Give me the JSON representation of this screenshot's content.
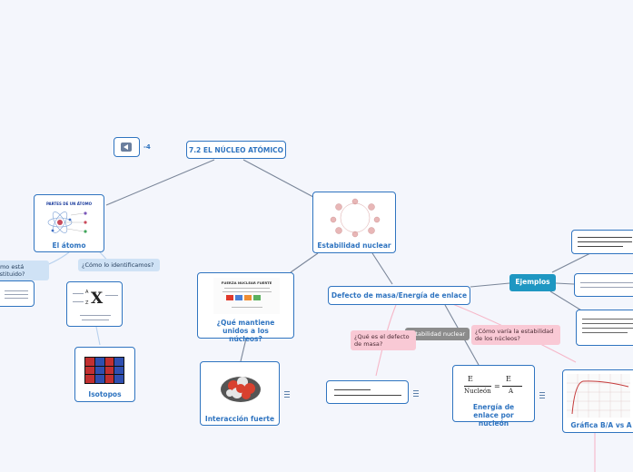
{
  "root": {
    "title": "7.2 EL NÚCLEO ATÓMICO"
  },
  "back_button": {
    "icon": "back-arrow-icon",
    "count_label": "-4"
  },
  "nodes": {
    "atomo": {
      "label": "El átomo",
      "image_caption": "PARTES DE UN ÁTOMO"
    },
    "estabilidad": {
      "label": "Estabilidad nuclear"
    },
    "mantiene": {
      "label": "¿Qué mantiene unidos a los núcleos?",
      "image_title": "FUERZA NUCLEAR FUERTE"
    },
    "interaccion": {
      "label": "Interacción fuerte"
    },
    "defecto": {
      "label": "Defecto de masa/Energía de enlace"
    },
    "ejemplos": {
      "label": "Ejemplos"
    },
    "energia": {
      "label": "Energía de enlace por nucleón",
      "formula_num_left": "E",
      "formula_den_left": "Nucleón",
      "formula_num_right": "E",
      "formula_den_right": "A"
    },
    "grafica": {
      "label": "Gráfica B/A vs A"
    },
    "isotopos": {
      "label": "Isotopos"
    },
    "identificamos": {
      "symbol": "X",
      "symbol_z": "Z",
      "symbol_a": "A"
    }
  },
  "pills": {
    "constituido": "¿Cómo está constituido?",
    "identificamos": "¿Cómo lo identificamos?",
    "que_es_defecto": "¿Qué es el defecto de masa?",
    "varia": "¿Cómo varía la estabilidad de los núcleos?",
    "estabilidad_gray": "Estabilidad nuclear"
  },
  "colors": {
    "node_border": "#2f74c0",
    "link": "#7a8699",
    "pill_blue": "#cfe2f5",
    "pill_pink": "#f9c9d5",
    "pill_teal": "#1e97c2",
    "background": "#f4f6fc"
  }
}
